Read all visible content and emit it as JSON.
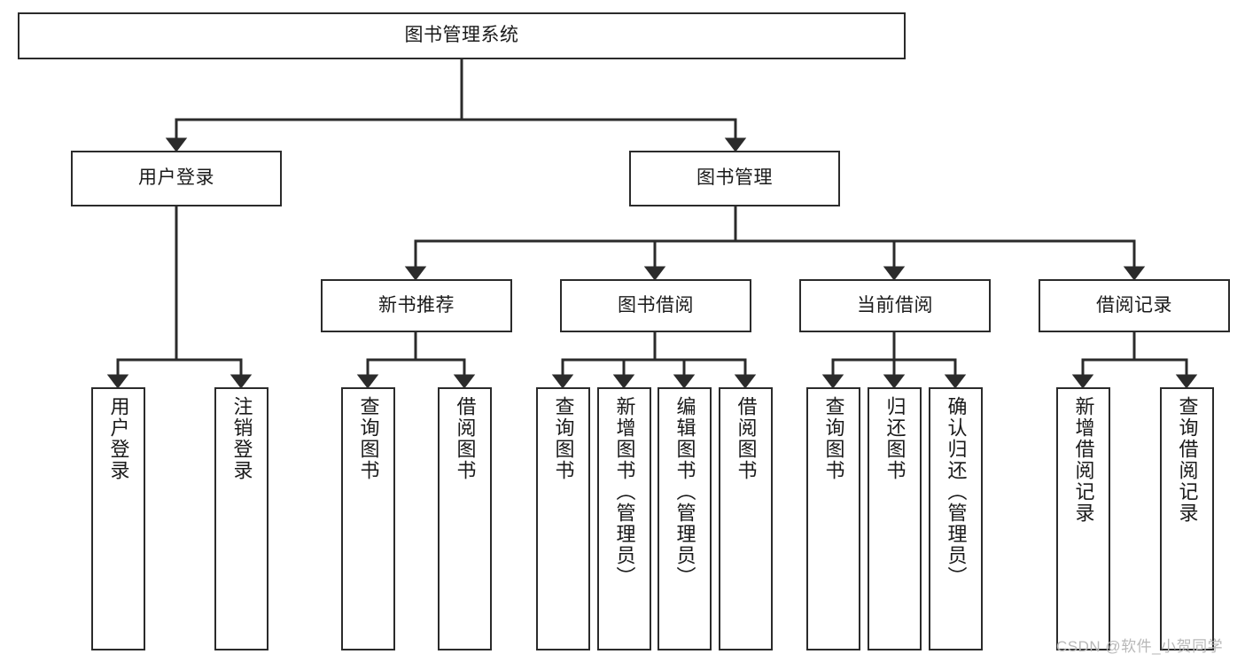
{
  "diagram": {
    "type": "tree-hierarchy-flowchart",
    "title": "图书管理系统",
    "colors": {
      "box_border": "#2b2b2b",
      "box_fill": "#ffffff",
      "connector": "#2b2b2b",
      "text": "#1a1a1a",
      "watermark": "#b8b8b8",
      "background": "#ffffff"
    },
    "root": {
      "label": "图书管理系统"
    },
    "level2": [
      {
        "label": "用户登录"
      },
      {
        "label": "图书管理"
      }
    ],
    "level3": [
      {
        "label": "新书推荐"
      },
      {
        "label": "图书借阅"
      },
      {
        "label": "当前借阅"
      },
      {
        "label": "借阅记录"
      }
    ],
    "leaves": {
      "user_login": [
        {
          "label": "用户登录"
        },
        {
          "label": "注销登录"
        }
      ],
      "new_book_recommend": [
        {
          "label": "查询图书"
        },
        {
          "label": "借阅图书"
        }
      ],
      "book_borrow": [
        {
          "label": "查询图书"
        },
        {
          "label": "新增图书（管理员）"
        },
        {
          "label": "编辑图书（管理员）"
        },
        {
          "label": "借阅图书"
        }
      ],
      "current_borrow": [
        {
          "label": "查询图书"
        },
        {
          "label": "归还图书"
        },
        {
          "label": "确认归还（管理员）"
        }
      ],
      "borrow_record": [
        {
          "label": "新增借阅记录"
        },
        {
          "label": "查询借阅记录"
        }
      ]
    }
  },
  "watermark": {
    "text": "CSDN @软件_小贺同学"
  }
}
